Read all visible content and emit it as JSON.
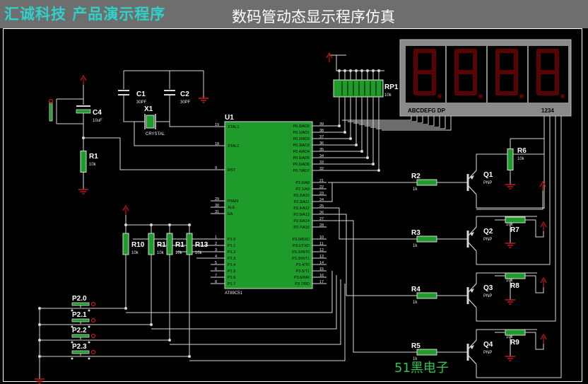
{
  "header": {
    "brand": "汇诚科技 产品演示程序",
    "subtitle": "数码管动态显示程序仿真"
  },
  "watermark": "51黑电子",
  "colors": {
    "background": "#000000",
    "title_bar": "#6e6e6e",
    "brand": "#2fd1c9",
    "wire": "#d8d8d8",
    "component_fill": "#1e9b2a",
    "component_border": "#d8d8d8",
    "power_arrow": "#c8161c",
    "segment_unlit": "#5a0303",
    "display_body": "#8a8a8a",
    "label": "#ffffff",
    "small_label": "#e8e8e8",
    "watermark": "#2ec34c"
  },
  "components": {
    "c1": {
      "ref": "C1",
      "value": "30PF"
    },
    "c2": {
      "ref": "C2",
      "value": "30PF"
    },
    "x1": {
      "ref": "X1",
      "value": "CRYSTAL"
    },
    "c4": {
      "ref": "C4",
      "value": "10uF"
    },
    "r1": {
      "ref": "R1",
      "value": "10k"
    },
    "u1": {
      "ref": "U1",
      "part": "AT89C51",
      "left_pins": [
        {
          "num": "19",
          "name": "XTAL1"
        },
        {
          "num": "18",
          "name": "XTAL2"
        },
        {
          "num": "9",
          "name": "RST"
        },
        {
          "num": "29",
          "name": "PSEN"
        },
        {
          "num": "30",
          "name": "ALE"
        },
        {
          "num": "31",
          "name": "EA"
        },
        {
          "num": "1",
          "name": "P1.0"
        },
        {
          "num": "2",
          "name": "P1.1"
        },
        {
          "num": "3",
          "name": "P1.2"
        },
        {
          "num": "4",
          "name": "P1.3"
        },
        {
          "num": "5",
          "name": "P1.4"
        },
        {
          "num": "6",
          "name": "P1.5"
        },
        {
          "num": "7",
          "name": "P1.6"
        },
        {
          "num": "8",
          "name": "P1.7"
        }
      ],
      "right_pins": [
        {
          "num": "39",
          "name": "P0.0/AD0"
        },
        {
          "num": "38",
          "name": "P0.1/AD1"
        },
        {
          "num": "37",
          "name": "P0.2/AD2"
        },
        {
          "num": "36",
          "name": "P0.3/AD3"
        },
        {
          "num": "35",
          "name": "P0.4/AD4"
        },
        {
          "num": "34",
          "name": "P0.5/AD5"
        },
        {
          "num": "33",
          "name": "P0.6/AD6"
        },
        {
          "num": "32",
          "name": "P0.7/AD7"
        },
        {
          "num": "21",
          "name": "P2.0/A8"
        },
        {
          "num": "22",
          "name": "P2.1/A9"
        },
        {
          "num": "23",
          "name": "P2.2/A10"
        },
        {
          "num": "24",
          "name": "P2.3/A11"
        },
        {
          "num": "25",
          "name": "P2.4/A12"
        },
        {
          "num": "26",
          "name": "P2.5/A13"
        },
        {
          "num": "27",
          "name": "P2.6/A14"
        },
        {
          "num": "28",
          "name": "P2.7/A15"
        },
        {
          "num": "10",
          "name": "P3.0/RXD"
        },
        {
          "num": "11",
          "name": "P3.1/TXD"
        },
        {
          "num": "12",
          "name": "P3.2/INT0"
        },
        {
          "num": "13",
          "name": "P3.3/INT1"
        },
        {
          "num": "14",
          "name": "P3.4/T0"
        },
        {
          "num": "15",
          "name": "P3.5/T1"
        },
        {
          "num": "16",
          "name": "P3.6/WR"
        },
        {
          "num": "17",
          "name": "P3.7/RD"
        }
      ]
    },
    "rp1": {
      "ref": "RP1",
      "value": "10k"
    },
    "display": {
      "segment_labels": "ABCDEFG DP",
      "digit_labels": "1234"
    },
    "r6": {
      "ref": "R6",
      "value": "10k"
    },
    "r7": {
      "ref": "R7",
      "value": "10k"
    },
    "r8": {
      "ref": "R8",
      "value": "10k"
    },
    "r9": {
      "ref": "R9",
      "value": "10k"
    },
    "r2": {
      "ref": "R2",
      "value": "1k"
    },
    "r3": {
      "ref": "R3",
      "value": "1k"
    },
    "r4": {
      "ref": "R4",
      "value": "1k"
    },
    "r5": {
      "ref": "R5",
      "value": "1k"
    },
    "q1": {
      "ref": "Q1",
      "type": "PNP"
    },
    "q2": {
      "ref": "Q2",
      "type": "PNP"
    },
    "q3": {
      "ref": "Q3",
      "type": "PNP"
    },
    "q4": {
      "ref": "Q4",
      "type": "PNP"
    },
    "r10": {
      "ref": "R10",
      "value": "10k"
    },
    "r11": {
      "ref": "R1",
      "value": "10k"
    },
    "r12": {
      "ref": "R1",
      "value": "10k"
    },
    "r13": {
      "ref": "R13",
      "value": "10k"
    },
    "p2_0": {
      "ref": "P2.0"
    },
    "p2_1": {
      "ref": "P2.1"
    },
    "p2_2": {
      "ref": "P2.2"
    },
    "p2_3": {
      "ref": "P2.3"
    }
  }
}
